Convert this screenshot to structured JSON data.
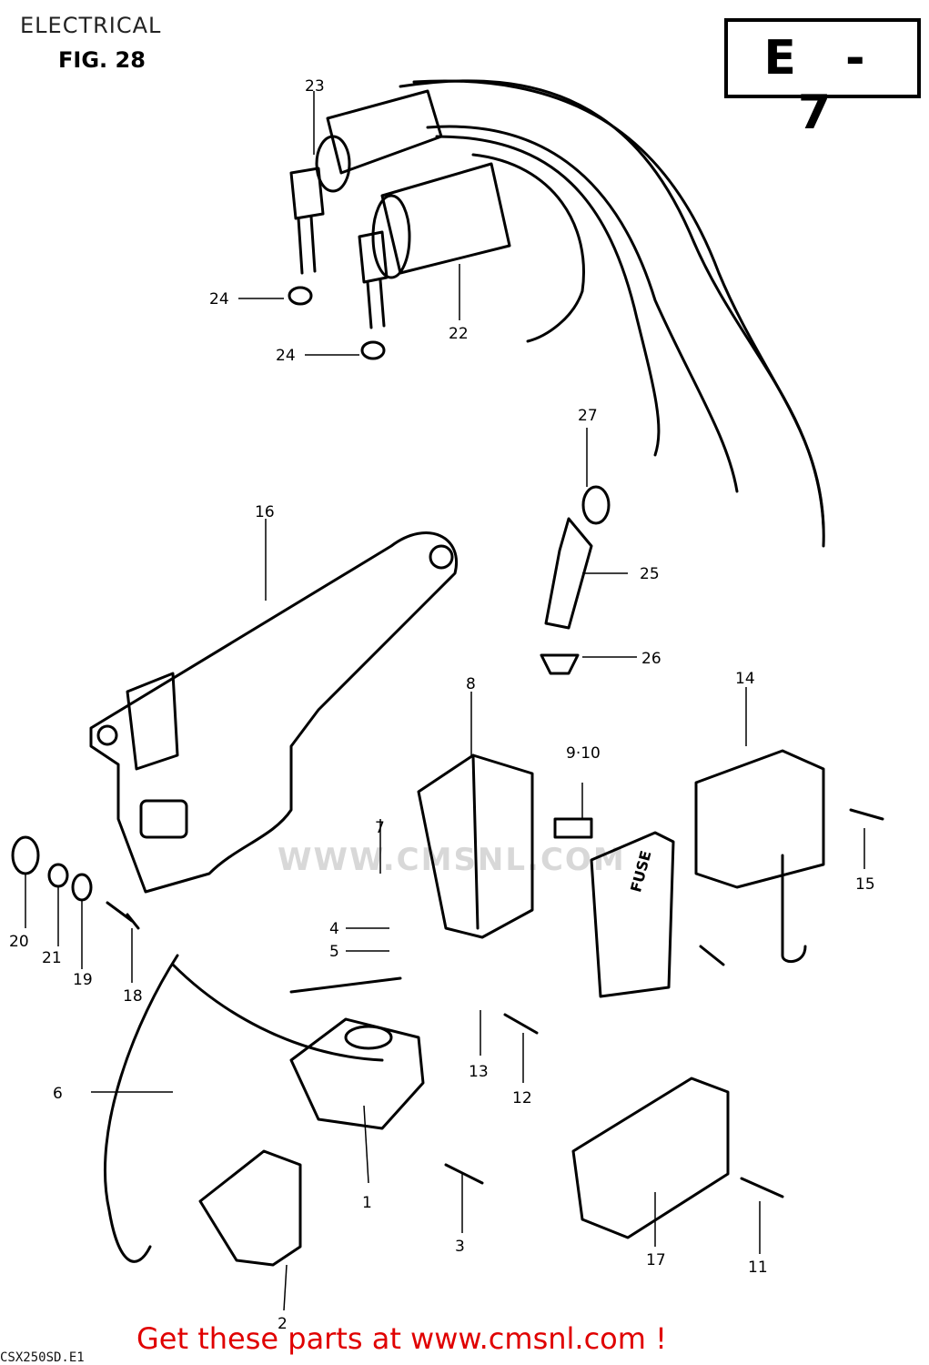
{
  "page": {
    "heading": "ELECTRICAL",
    "figure_label": "FIG. 28",
    "section_code": "E - 7",
    "footer_code": "CSX250SD.E1",
    "cta": "Get these parts at www.cmsnl.com !",
    "watermark": "WWW.CMSNL.COM"
  },
  "labels": {
    "p1": "1",
    "p2": "2",
    "p3": "3",
    "p4": "4",
    "p5": "5",
    "p6": "6",
    "p7": "7",
    "p8": "8",
    "p9_10": "9·10",
    "p11": "11",
    "p12": "12",
    "p13": "13",
    "p14": "14",
    "p15": "15",
    "p16": "16",
    "p17": "17",
    "p18": "18",
    "p19": "19",
    "p20": "20",
    "p21": "21",
    "p22": "22",
    "p23": "23",
    "p24a": "24",
    "p24b": "24",
    "p25": "25",
    "p26": "26",
    "p27": "27"
  },
  "fuse_box_text": "FUSE",
  "colors": {
    "ink": "#000000",
    "cta": "#e00000",
    "watermark": "#d8d8d8"
  }
}
